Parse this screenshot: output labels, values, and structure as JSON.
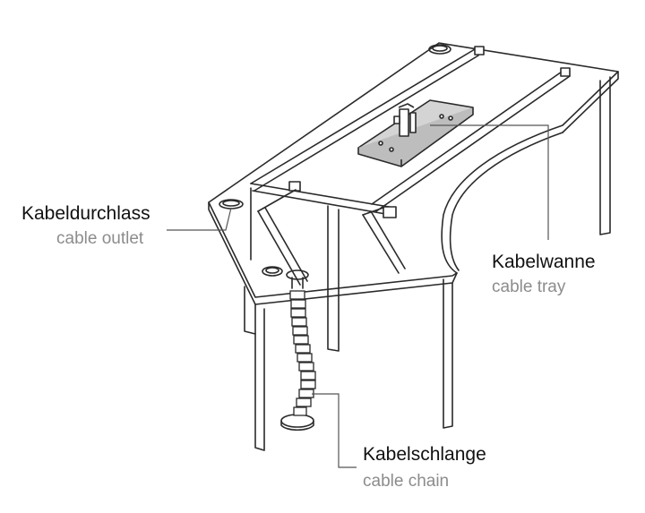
{
  "labels": {
    "cable_outlet": {
      "german": "Kabeldurchlass",
      "english": "cable outlet"
    },
    "cable_tray": {
      "german": "Kabelwanne",
      "english": "cable tray"
    },
    "cable_chain": {
      "german": "Kabelschlange",
      "english": "cable chain"
    }
  },
  "colors": {
    "line": "#2a2a2a",
    "leader": "#555555",
    "tray_fill": "#d4d4d4",
    "german_text": "#111111",
    "english_text": "#8c8c8c"
  }
}
